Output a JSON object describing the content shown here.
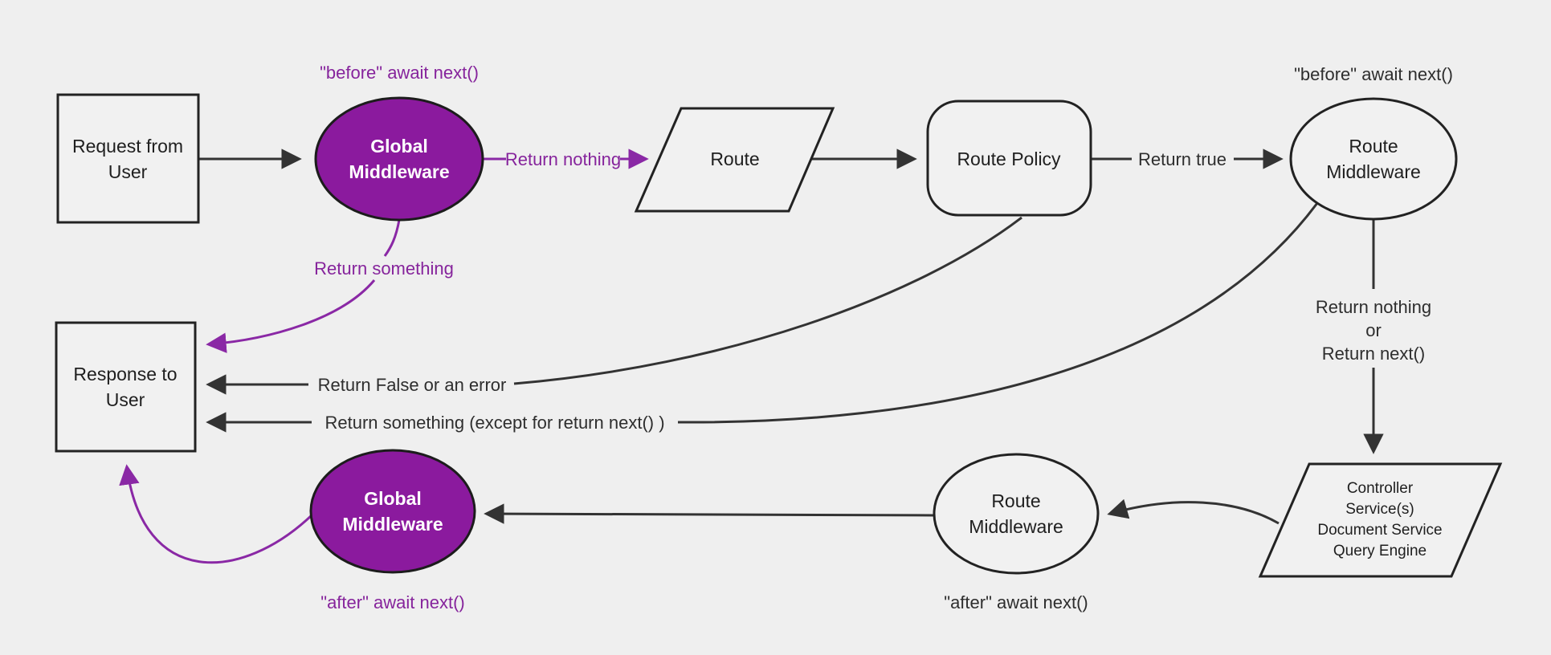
{
  "diagram": {
    "background_color": "#efefef",
    "accent_purple_fill": "#8b1a9e",
    "accent_purple_stroke": "#8a28a5",
    "line_color": "#333333",
    "nodes": {
      "request": {
        "shape": "rectangle",
        "line1": "Request from",
        "line2": "User"
      },
      "global_middleware_top": {
        "shape": "ellipse",
        "line1": "Global",
        "line2": "Middleware"
      },
      "route": {
        "shape": "parallelogram",
        "line1": "Route"
      },
      "route_policy": {
        "shape": "rounded-rectangle",
        "line1": "Route Policy"
      },
      "route_middleware_top": {
        "shape": "ellipse",
        "line1": "Route",
        "line2": "Middleware"
      },
      "controller": {
        "shape": "parallelogram",
        "line1": "Controller",
        "line2": "Service(s)",
        "line3": "Document Service",
        "line4": "Query Engine"
      },
      "route_middleware_bottom": {
        "shape": "ellipse",
        "line1": "Route",
        "line2": "Middleware"
      },
      "global_middleware_bottom": {
        "shape": "ellipse",
        "line1": "Global",
        "line2": "Middleware"
      },
      "response": {
        "shape": "rectangle",
        "line1": "Response to",
        "line2": "User"
      }
    },
    "labels": {
      "before_await_global": "\"before\" await next()",
      "before_await_route": "\"before\" await next()",
      "after_await_route": "\"after\" await next()",
      "after_await_global": "\"after\" await next()",
      "return_nothing": "Return nothing",
      "return_something": "Return something",
      "return_true": "Return true",
      "return_false_or_error": "Return False or an error",
      "return_something_except": "Return something (except for return next() )",
      "return_nothing_or_line1": "Return nothing",
      "return_nothing_or_line2": "or",
      "return_nothing_or_line3": "Return next()"
    }
  }
}
